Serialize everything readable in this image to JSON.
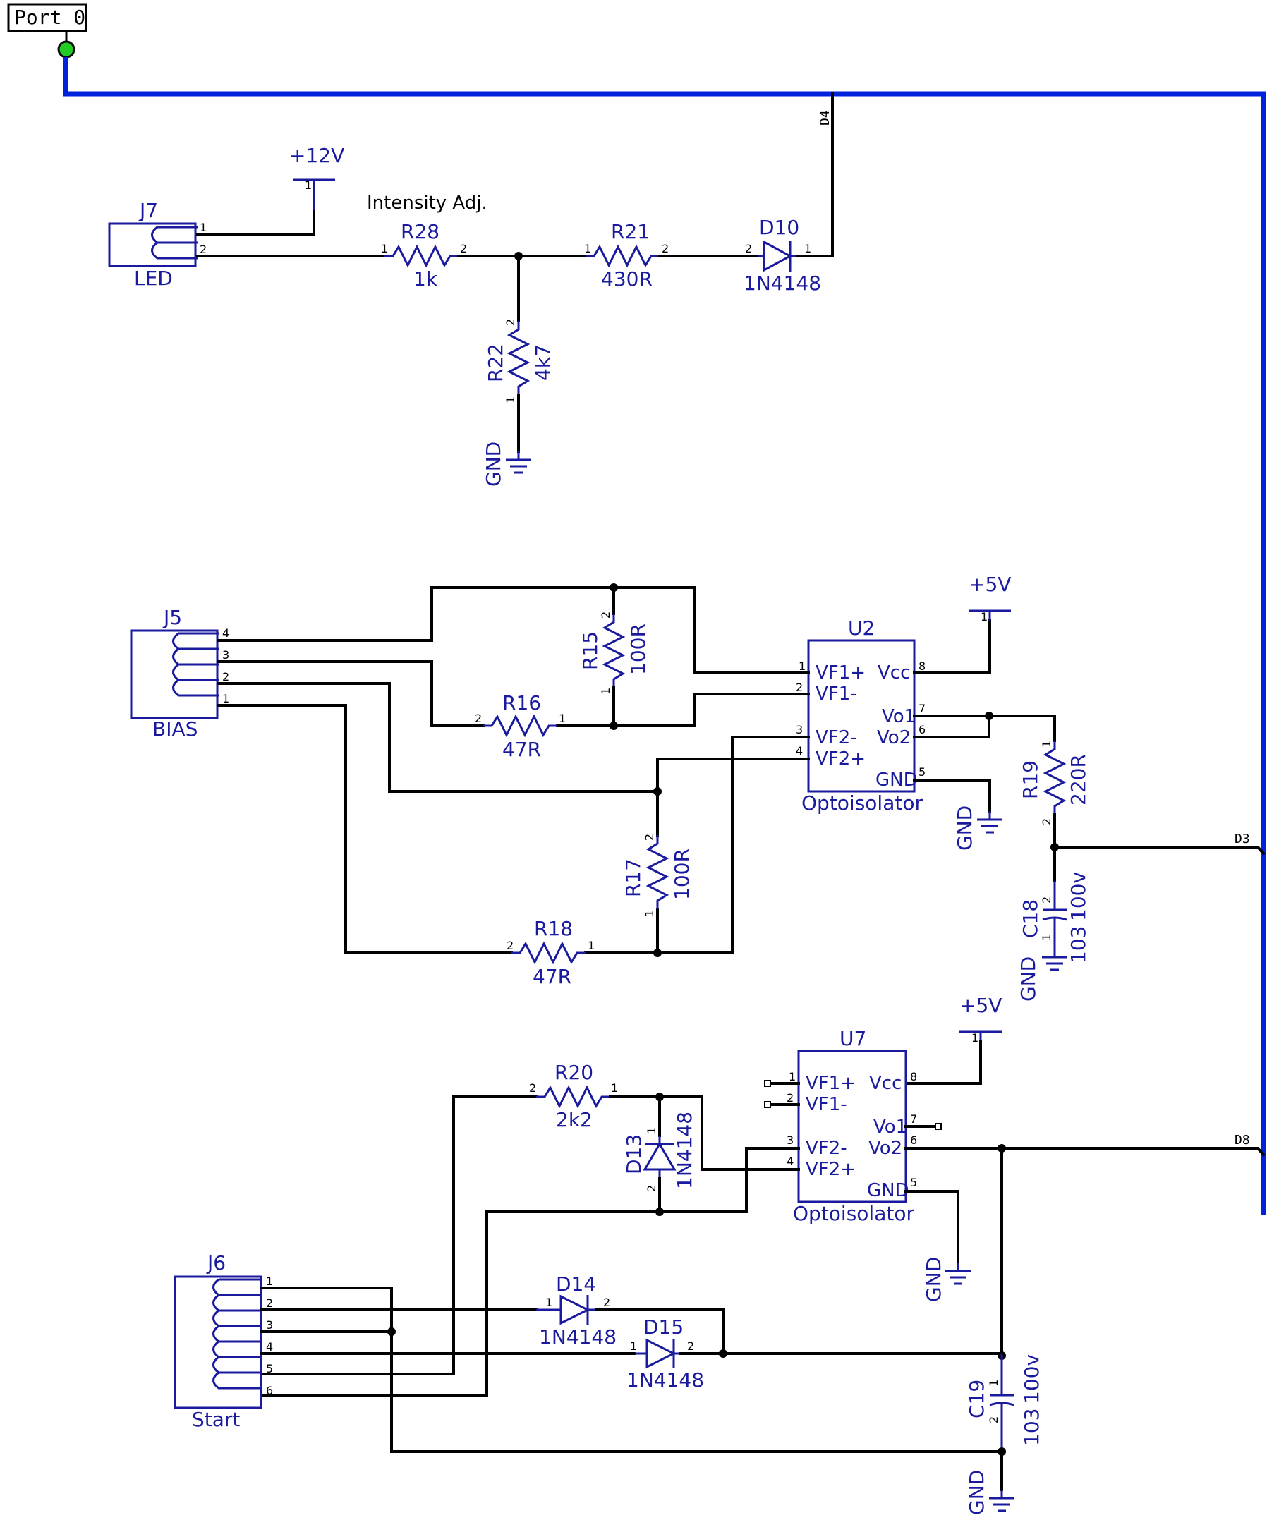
{
  "port": {
    "label": "Port  0"
  },
  "nets": {
    "d4": "D4",
    "d3": "D3",
    "d8": "D8"
  },
  "power": {
    "plus12v": "+12V",
    "plus5v_a": "+5V",
    "plus5v_b": "+5V",
    "gnd": "GND"
  },
  "note": "Intensity  Adj.",
  "connectors": {
    "j7": {
      "ref": "J7",
      "name": "LED"
    },
    "j5": {
      "ref": "J5",
      "name": "BIAS"
    },
    "j6": {
      "ref": "J6",
      "name": "Start"
    }
  },
  "resistors": {
    "r28": {
      "ref": "R28",
      "value": "1k"
    },
    "r21": {
      "ref": "R21",
      "value": "430R"
    },
    "r22": {
      "ref": "R22",
      "value": "4k7"
    },
    "r15": {
      "ref": "R15",
      "value": "100R"
    },
    "r16": {
      "ref": "R16",
      "value": "47R"
    },
    "r17": {
      "ref": "R17",
      "value": "100R"
    },
    "r18": {
      "ref": "R18",
      "value": "47R"
    },
    "r19": {
      "ref": "R19",
      "value": "220R"
    },
    "r20": {
      "ref": "R20",
      "value": "2k2"
    }
  },
  "diodes": {
    "d10": {
      "ref": "D10",
      "value": "1N4148"
    },
    "d13": {
      "ref": "D13",
      "value": "1N4148"
    },
    "d14": {
      "ref": "D14",
      "value": "1N4148"
    },
    "d15": {
      "ref": "D15",
      "value": "1N4148"
    }
  },
  "capacitors": {
    "c18": {
      "ref": "C18",
      "voltage": "100v",
      "code": "103"
    },
    "c19": {
      "ref": "C19",
      "voltage": "100v",
      "code": "103"
    }
  },
  "ics": {
    "u2": {
      "ref": "U2",
      "name": "Optoisolator"
    },
    "u7": {
      "ref": "U7",
      "name": "Optoisolator"
    }
  },
  "ic_pins": {
    "vf1p": "VF1+",
    "vf1m": "VF1-",
    "vf2m": "VF2-",
    "vf2p": "VF2+",
    "vcc": "Vcc",
    "vo1": "Vo1",
    "vo2": "Vo2",
    "gnd": "GND"
  },
  "pin_numbers": [
    "1",
    "2",
    "3",
    "4",
    "5",
    "6",
    "7",
    "8"
  ],
  "colors": {
    "wire": "#000000",
    "bus": "#0022dd",
    "component": "#1a1a9e",
    "port_dot": "#22cc22"
  }
}
